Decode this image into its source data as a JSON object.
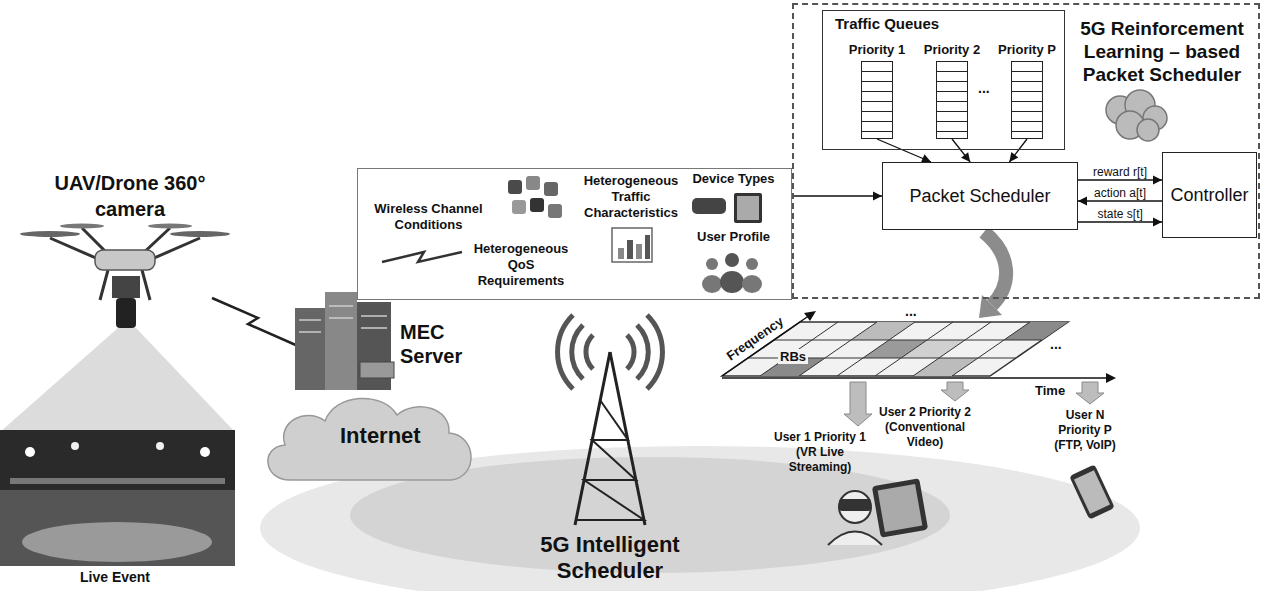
{
  "diagram": {
    "nodes": [
      {
        "text": [
          "5G Reinforcement Learning – based Packet Scheduler"
        ]
      },
      {
        "text": [
          "Traffic Queues"
        ],
        "in": 0
      },
      {
        "text": [
          "Priority 1"
        ],
        "in": 1
      },
      {
        "text": [
          "Priority 2"
        ],
        "in": 1
      },
      {
        "text": [
          "Priority P"
        ],
        "in": 1
      },
      {
        "text": [
          "Wireless Channel Conditions",
          "Heterogeneous QoS Requirements",
          "Heterogeneous Traffic Characteristics",
          "Device Types",
          "User Profile"
        ]
      },
      {
        "text": [
          "Packet Scheduler"
        ],
        "in": 0
      },
      {
        "text": [
          "Controller"
        ],
        "in": 0
      },
      {
        "text": [
          "Internet"
        ]
      }
    ],
    "edges": [
      {
        "from": 2,
        "to": 6,
        "arrow": "to"
      },
      {
        "from": 3,
        "to": 6,
        "arrow": "to"
      },
      {
        "from": 4,
        "to": 6,
        "arrow": "to"
      },
      {
        "from": 5,
        "to": 6,
        "arrow": "to"
      },
      {
        "from": 6,
        "to": 7,
        "label": "reward r[t]",
        "arrow": "to"
      },
      {
        "from": 7,
        "to": 6,
        "label": "action a[t]",
        "arrow": "to"
      },
      {
        "from": 6,
        "to": 7,
        "label": "state s[t]",
        "arrow": "to"
      }
    ],
    "labels": [
      "UAV/Drone 360° camera",
      "Live Event",
      "MEC Server",
      "5G Intelligent Scheduler",
      "Frequency",
      "RBs",
      "Time",
      "...",
      "...",
      "...",
      "User 1 Priority 1 (VR Live Streaming)",
      "User 2 Priority 2 (Conventional Video)",
      "User N Priority P (FTP, VoIP)"
    ]
  }
}
